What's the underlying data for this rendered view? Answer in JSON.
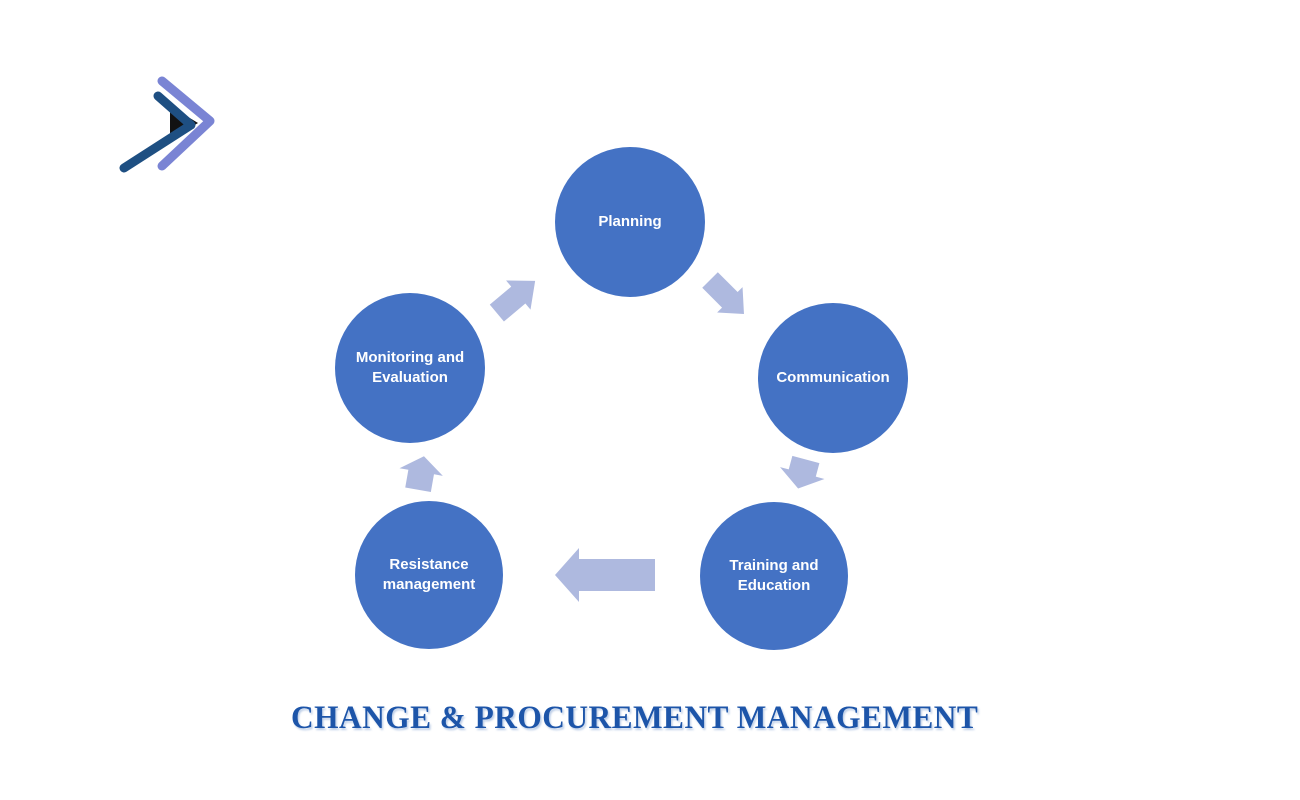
{
  "logo": {
    "name": "double-chevron-play-logo",
    "outer_chevron_color": "#7A84D4",
    "inner_chevron_color": "#1E4F82",
    "triangle_color": "#121212"
  },
  "diagram": {
    "type": "cycle",
    "node_fill": "#4472C4",
    "node_text_color": "#FFFFFF",
    "arrow_color": "#AEB9DF",
    "nodes": [
      {
        "label": "Planning"
      },
      {
        "label": "Communication"
      },
      {
        "label": "Training and Education"
      },
      {
        "label": "Resistance management"
      },
      {
        "label": "Monitoring and Evaluation"
      }
    ],
    "flow": [
      {
        "from": "Planning",
        "to": "Communication"
      },
      {
        "from": "Communication",
        "to": "Training and Education"
      },
      {
        "from": "Training and Education",
        "to": "Resistance management"
      },
      {
        "from": "Resistance management",
        "to": "Monitoring and Evaluation"
      },
      {
        "from": "Monitoring and Evaluation",
        "to": "Planning"
      }
    ]
  },
  "title": {
    "text": "CHANGE & PROCUREMENT MANAGEMENT",
    "color": "#1D55A9"
  }
}
